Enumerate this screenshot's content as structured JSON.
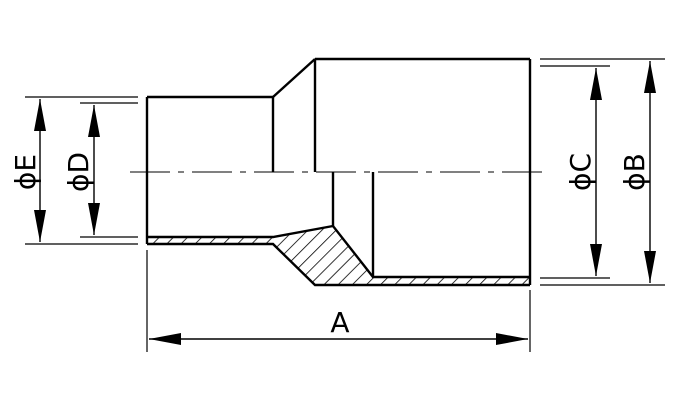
{
  "drawing": {
    "labels": {
      "length": "A",
      "outer_large": "ϕB",
      "inner_large": "ϕC",
      "inner_small": "ϕD",
      "outer_small": "ϕE"
    },
    "colors": {
      "line": "#000000",
      "background": "#ffffff"
    }
  }
}
